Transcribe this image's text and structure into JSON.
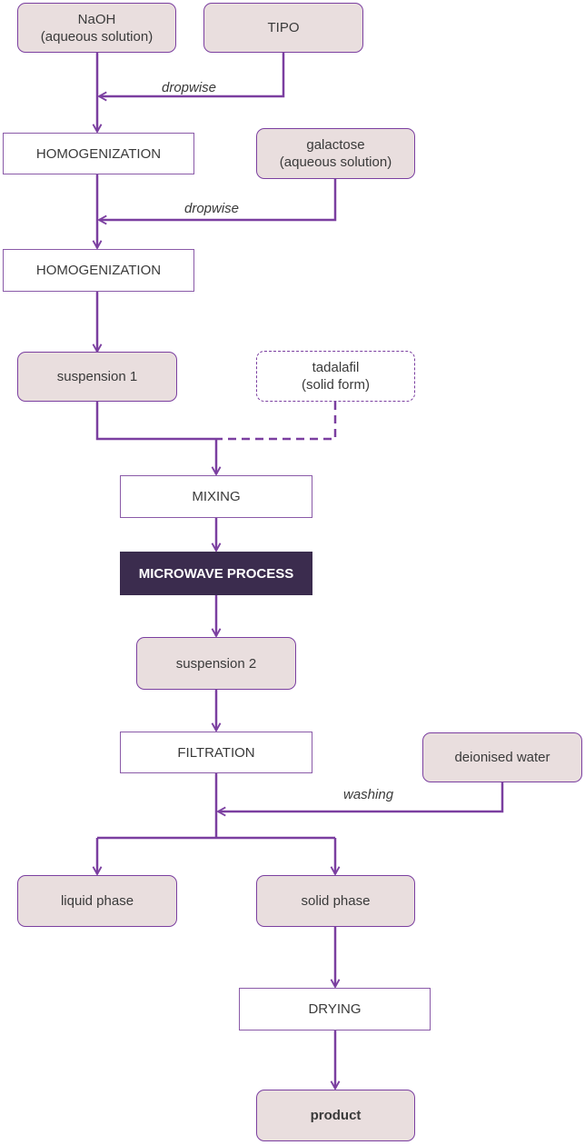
{
  "colors": {
    "line": "#7b3fa0",
    "input_fill": "#e9dede",
    "dark_fill": "#3b2c4e"
  },
  "nodes": {
    "naoh": "NaOH\n(aqueous solution)",
    "tipo": "TIPO",
    "homog1": "HOMOGENIZATION",
    "galactose": "galactose\n(aqueous solution)",
    "homog2": "HOMOGENIZATION",
    "susp1": "suspension 1",
    "tadalafil": "tadalafil\n(solid form)",
    "mixing": "MIXING",
    "microwave": "MICROWAVE PROCESS",
    "susp2": "suspension 2",
    "filtration": "FILTRATION",
    "water": "deionised water",
    "liquid": "liquid phase",
    "solid": "solid phase",
    "drying": "DRYING",
    "product": "product"
  },
  "edge_labels": {
    "dropwise1": "dropwise",
    "dropwise2": "dropwise",
    "washing": "washing"
  }
}
